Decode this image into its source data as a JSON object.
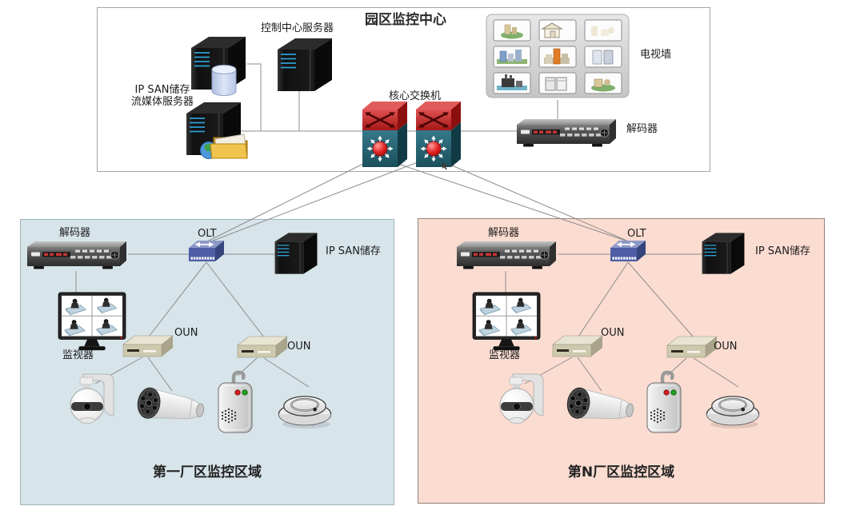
{
  "center": {
    "title": "园区监控中心",
    "control_server_label": "控制中心服务器",
    "storage_label_line1": "IP SAN储存",
    "storage_label_line2": "流媒体服务器",
    "core_switch_label": "核心交换机",
    "tv_wall_label": "电视墙",
    "decoder_label": "解码器"
  },
  "zones": [
    {
      "title": "第一厂区监控区域",
      "decoder_label": "解码器",
      "olt_label": "OLT",
      "storage_label": "IP SAN储存",
      "monitor_label": "监视器",
      "oun_left_label": "OUN",
      "oun_right_label": "OUN",
      "background": "#d7e4ea"
    },
    {
      "title": "第N厂区监控区域",
      "decoder_label": "解码器",
      "olt_label": "OLT",
      "storage_label": "IP SAN储存",
      "monitor_label": "监视器",
      "oun_left_label": "OUN",
      "oun_right_label": "OUN",
      "background": "#fbdcd1"
    }
  ],
  "icons": {
    "server_tower": "black-3d-server-tower",
    "database": "blue-cylinder-database",
    "folder_globe": "shared-folder-with-globe",
    "core_switch": "layer3-switch-red-teal",
    "tv_wall": "3x3-video-wall-building-thumbnails",
    "decoder": "rack-decoder-unit",
    "olt": "blue-3d-olt-switch",
    "oun": "beige-3d-oun-terminal",
    "monitor": "quad-view-surveillance-monitor",
    "ptz_camera": "dome-ptz-camera-with-bracket",
    "bullet_camera": "ir-bullet-camera",
    "alarm": "wireless-alarm-sensor",
    "smoke_detector": "round-smoke-detector",
    "cursor": "tiny-cursor-arrow-artifact"
  },
  "colors": {
    "center_bg": "#ffffff",
    "zone1_bg": "#d7e4ea",
    "zoneN_bg": "#fbdcd1",
    "wire": "#8c8c8c",
    "switch_red": "#c22a2a",
    "switch_teal": "#2e7585",
    "olt_blue": "#4d5ea6",
    "oun_beige": "#cdc9ae"
  }
}
